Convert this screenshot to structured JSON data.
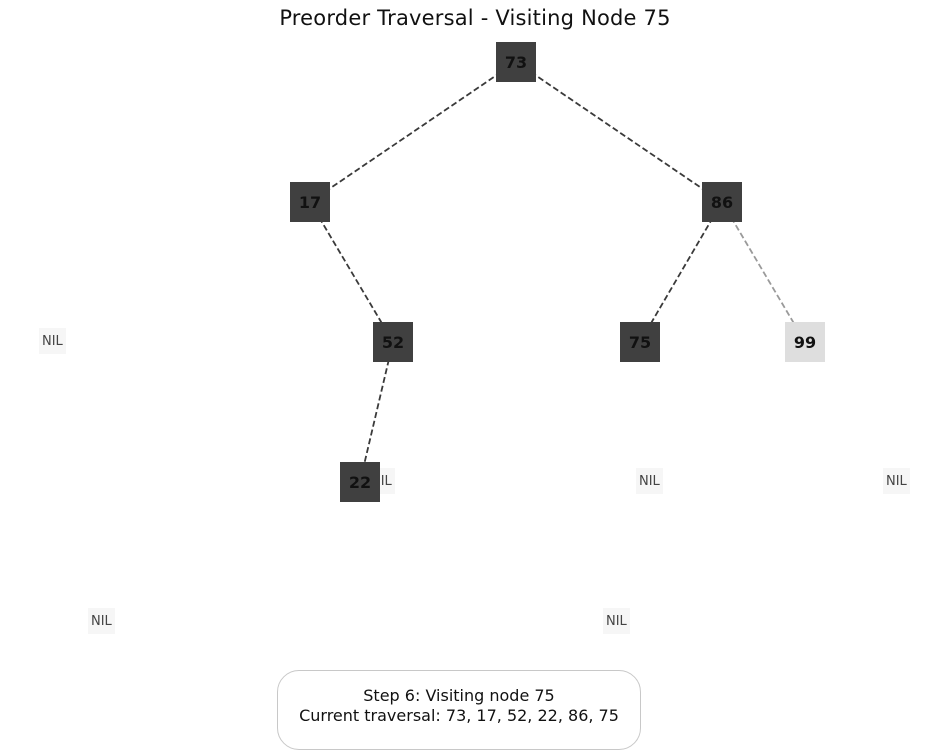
{
  "title": "Preorder Traversal - Visiting Node 75",
  "nodes": [
    {
      "id": "n73",
      "label": "73",
      "state": "visited"
    },
    {
      "id": "n17",
      "label": "17",
      "state": "visited"
    },
    {
      "id": "n86",
      "label": "86",
      "state": "visited"
    },
    {
      "id": "n52",
      "label": "52",
      "state": "visited"
    },
    {
      "id": "n75",
      "label": "75",
      "state": "visited"
    },
    {
      "id": "n99",
      "label": "99",
      "state": "unvisited"
    },
    {
      "id": "n22",
      "label": "22",
      "state": "visited"
    }
  ],
  "edges": [
    {
      "from": "n73",
      "to": "n17",
      "state": "visited"
    },
    {
      "from": "n73",
      "to": "n86",
      "state": "visited"
    },
    {
      "from": "n17",
      "to": "n52",
      "state": "visited"
    },
    {
      "from": "n86",
      "to": "n75",
      "state": "visited"
    },
    {
      "from": "n86",
      "to": "n99",
      "state": "unvisited"
    },
    {
      "from": "n52",
      "to": "n22",
      "state": "visited"
    }
  ],
  "nil_label": "NIL",
  "status": {
    "step_text": "Step 6: Visiting node 75",
    "traversal_text": "Current traversal: 73, 17, 52, 22, 86, 75"
  },
  "colors": {
    "visited_fill": "#404040",
    "unvisited_fill": "#dedede",
    "visited_edge": "#3a3a3a",
    "unvisited_edge": "#9a9a9a",
    "nil_fill": "#f6f6f6"
  }
}
